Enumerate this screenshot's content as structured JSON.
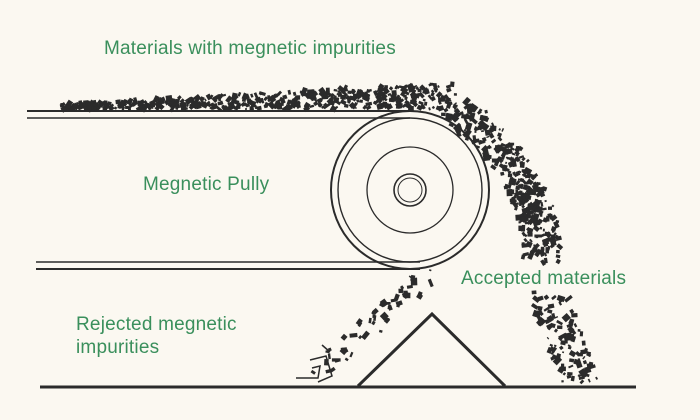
{
  "labels": {
    "feed_material": "Materials with megnetic impurities",
    "pulley": "Megnetic Pully",
    "accepted": "Accepted materials",
    "rejected": "Rejected megnetic\nimpurities"
  },
  "colors": {
    "label_text": "#3a8f5c",
    "ink": "#2b2b2b",
    "background": "#fbf8f1"
  }
}
